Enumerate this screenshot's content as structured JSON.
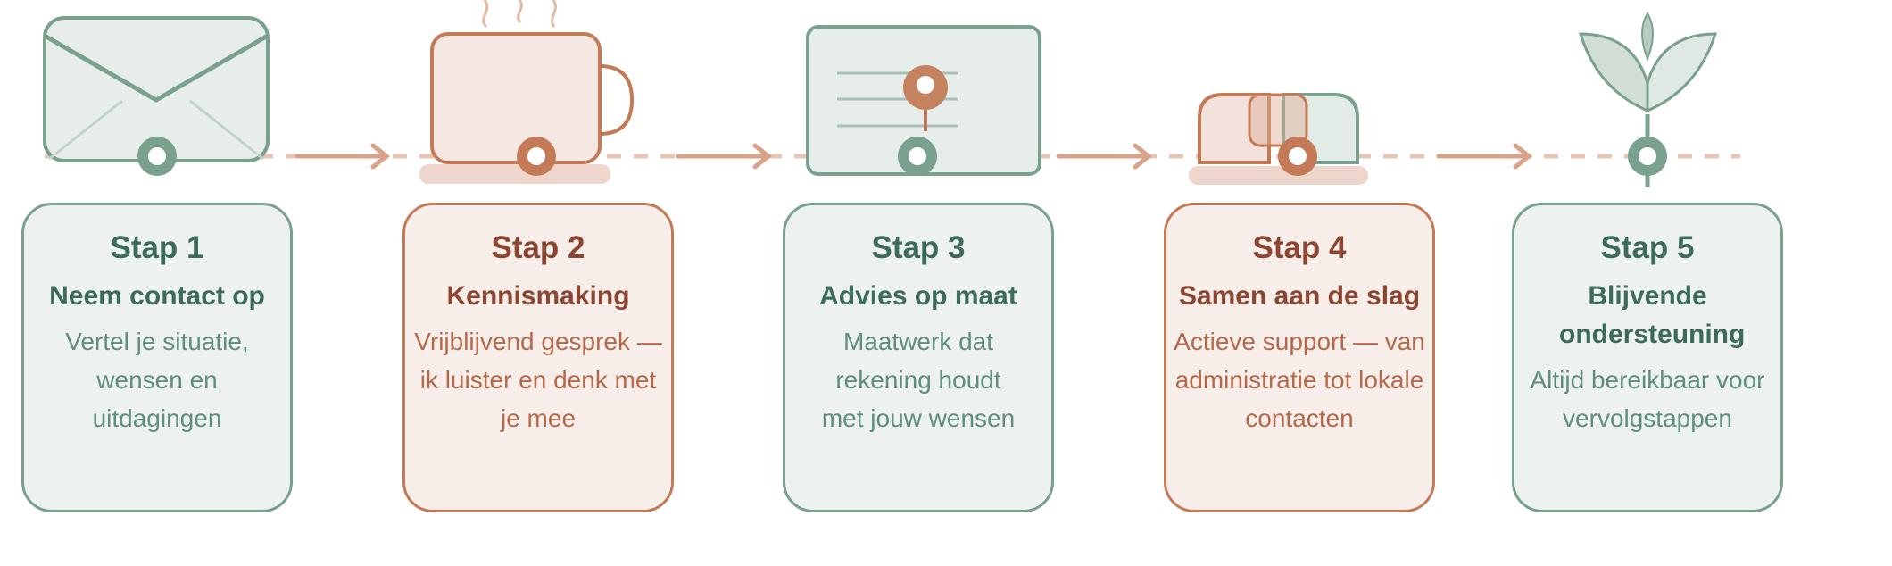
{
  "colors": {
    "green": "#7aa08e",
    "orange": "#c47a56",
    "dashed_line": "#e8c4b5"
  },
  "steps": [
    {
      "step": "Stap 1",
      "title": "Neem contact op",
      "description": "Vertel je situatie, wensen en uitdagingen",
      "icon": "envelope-icon",
      "theme": "green"
    },
    {
      "step": "Stap 2",
      "title": "Kennismaking",
      "description": "Vrijblijvend gesprek — ik luister en denk met je mee",
      "icon": "coffee-mug-icon",
      "theme": "orange"
    },
    {
      "step": "Stap 3",
      "title": "Advies op maat",
      "description": "Maatwerk dat rekening houdt met jouw wensen",
      "icon": "document-pin-icon",
      "theme": "green"
    },
    {
      "step": "Stap 4",
      "title": "Samen aan de slag",
      "description": "Actieve support — van administratie tot lokale contacten",
      "icon": "handshake-icon",
      "theme": "orange"
    },
    {
      "step": "Stap 5",
      "title": "Blijvende ondersteuning",
      "description": "Altijd bereikbaar voor vervolgstappen",
      "icon": "plant-icon",
      "theme": "green"
    }
  ]
}
